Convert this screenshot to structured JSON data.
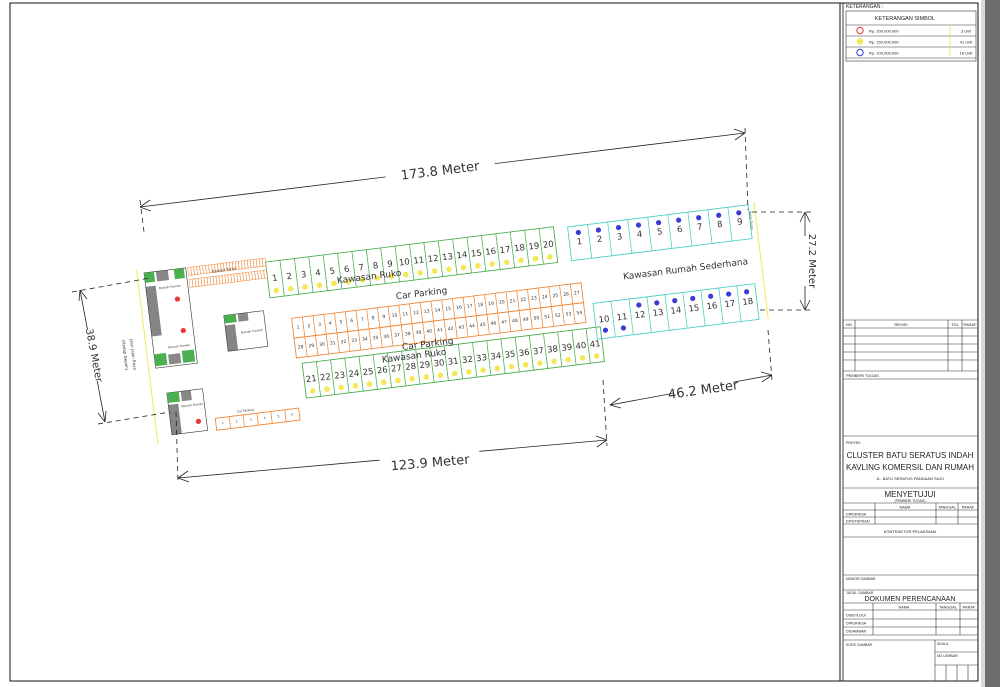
{
  "legend": {
    "heading": "KETERANGAN :",
    "title": "KETERANGAN SIMBOL",
    "rows": [
      {
        "price": "Rp. 200,000,000",
        "count": "3 Unit",
        "color": "#e53935"
      },
      {
        "price": "Rp. 150,000,000",
        "count": "41 Unit",
        "color": "#f2e85a"
      },
      {
        "price": "Rp. 100,000,000",
        "count": "18 Unit",
        "color": "#3b3bd6"
      }
    ]
  },
  "revisi": {
    "no": "NO",
    "revisi": "REVISI",
    "tgl": "TGL",
    "paraf": "PARAF"
  },
  "pemberi_tugas": "PEMBERI TUGAS",
  "proyek": {
    "label": "PROYEK",
    "line1": "CLUSTER BATU SERATUS INDAH",
    "line2": "KAVLING KOMERSIL DAN RUMAH",
    "address": "JL. BATU SERATUS PANDAAN SUGI"
  },
  "menyetujui": {
    "title": "MENYETUJUI",
    "subtitle": "(PEMBERI TUGAS)",
    "nama": "NAMA",
    "tanggal": "TANGGAL",
    "paraf": "PARAF",
    "rows": [
      "DIPERIKSA",
      "DITETAPKAN"
    ]
  },
  "kontraktor": "KONTRAKTOR PELAKSANA",
  "dokumen": {
    "nomor_label": "NOMOR GAMBAR",
    "judul_label": "JUDUL GAMBAR",
    "title": "DOKUMEN PERENCANAAN",
    "nama": "NAMA",
    "tanggal": "TANGGAL",
    "paraf": "PARAF",
    "rows": [
      "DISETUJUI",
      "DIPERIKSA",
      "DIGAMBAR"
    ],
    "kode": "KODE GAMBAR",
    "skala": "SKALA",
    "no_lembar": "NO LEMBAR"
  },
  "plan": {
    "dim_top": "173.8 Meter",
    "dim_bottom": "123.9 Meter",
    "dim_right_bottom": "46.2 Meter",
    "dim_right": "27.2 Meter",
    "dim_left": "38.9 Meter",
    "ruko_upper_label": "Kawasan Ruko",
    "ruko_lower_label": "Kawasan Ruko",
    "parking_upper_label": "Car Parking",
    "parking_lower_label": "Car Parking",
    "rumah_label": "Kawasan Rumah Sederhana",
    "road_label_1": "Jalur Jalan Raya",
    "road_label_2": "(Hadap Depan)",
    "rumah_hunian": "Rumah Hunian",
    "rumah_contoh": "Rumah Contoh",
    "barisan_parkir": "Barisan Parkir",
    "small_parking": "Car Parking",
    "batas_tanah": "Batas Tanah",
    "ruko_upper": [
      "1",
      "2",
      "3",
      "4",
      "5",
      "6",
      "7",
      "8",
      "9",
      "10",
      "11",
      "12",
      "13",
      "14",
      "15",
      "16",
      "17",
      "18",
      "19",
      "20"
    ],
    "ruko_lower": [
      "21",
      "22",
      "23",
      "24",
      "25",
      "26",
      "27",
      "28",
      "29",
      "30",
      "31",
      "32",
      "33",
      "34",
      "35",
      "36",
      "37",
      "38",
      "39",
      "40",
      "41"
    ],
    "rumah_upper": [
      "1",
      "2",
      "3",
      "4",
      "5",
      "6",
      "7",
      "8",
      "9"
    ],
    "rumah_lower": [
      "10",
      "11",
      "12",
      "13",
      "14",
      "15",
      "16",
      "17",
      "18"
    ],
    "parking_upper": [
      "1",
      "2",
      "3",
      "4",
      "5",
      "6",
      "7",
      "8",
      "9",
      "10",
      "11",
      "12",
      "13",
      "14",
      "15",
      "16",
      "17",
      "18",
      "19",
      "20",
      "21",
      "22",
      "23",
      "24",
      "25",
      "26",
      "27"
    ],
    "parking_lower": [
      "28",
      "29",
      "30",
      "31",
      "32",
      "33",
      "34",
      "35",
      "36",
      "37",
      "38",
      "39",
      "40",
      "41",
      "42",
      "43",
      "44",
      "45",
      "46",
      "47",
      "48",
      "49",
      "50",
      "51",
      "52",
      "53",
      "54"
    ],
    "small_parking_slots": [
      "1",
      "2",
      "3",
      "4",
      "5",
      "6"
    ]
  }
}
